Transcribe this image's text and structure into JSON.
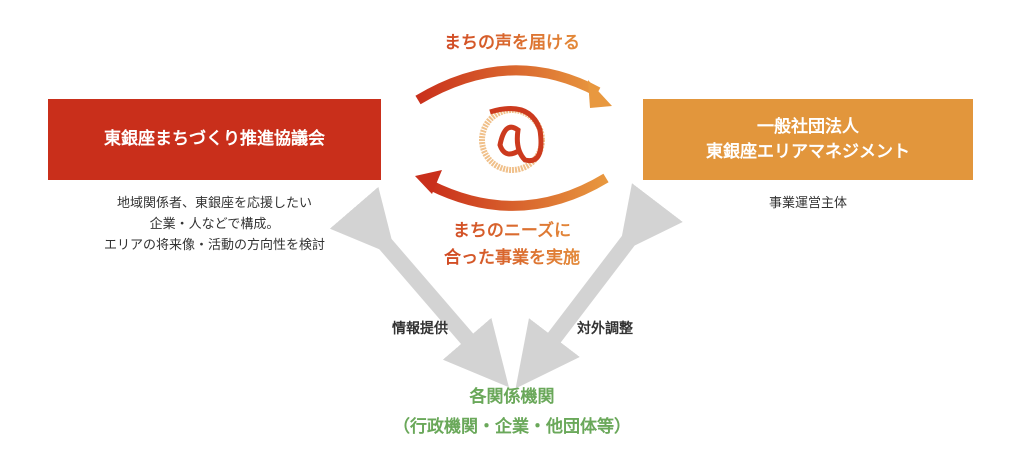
{
  "left_box": {
    "title": "東銀座まちづくり推進協議会",
    "description": [
      "地域関係者、東銀座を応援したい",
      "企業・人などで構成。",
      "エリアの将来像・活動の方向性を検討"
    ]
  },
  "right_box": {
    "title_lines": [
      "一般社団法人",
      "東銀座エリアマネジメント"
    ],
    "description": "事業運営主体"
  },
  "top_arrow_label": "まちの声を届ける",
  "bottom_arrow_label": [
    "まちのニーズに",
    "合った事業を実施"
  ],
  "left_link_label": "情報提供",
  "right_link_label": "対外調整",
  "bottom_node": {
    "lines": [
      "各関係機関",
      "（行政機関・企業・他団体等）"
    ]
  },
  "colors": {
    "red": "#c92f1b",
    "orange": "#e2963c",
    "green": "#6aa85a",
    "gray": "#d3d3d3"
  }
}
